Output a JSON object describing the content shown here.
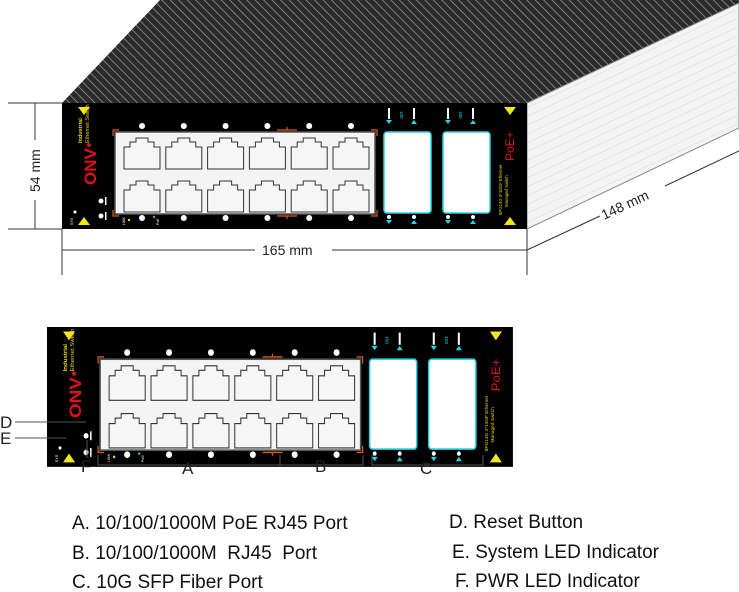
{
  "panel": {
    "brand": "ONV",
    "subtitle_line1": "Industrial",
    "subtitle_line2": "Ethernet Switch",
    "poe_badge": "PoE+",
    "model_line1": "8PG14G 4*10GF Ethernet",
    "model_line2": "Managed Switch",
    "sfp_label": "100",
    "sys_label": "SYS",
    "link_label": "LINK",
    "poe_label": "PoE",
    "colors": {
      "body": "#000000",
      "brand": "#e0101a",
      "text": "#e8d21a",
      "sfp_border": "#22d8e6",
      "bracket": "#e05a1a"
    }
  },
  "dimensions": {
    "height": "54 mm",
    "width": "165 mm",
    "depth": "148 mm"
  },
  "callouts": {
    "a": "A",
    "b": "B",
    "c": "C",
    "d": "D",
    "e": "E",
    "f": "F"
  },
  "legend": [
    "A. 10/100/1000M PoE RJ45 Port",
    "B. 10/100/1000M  RJ45  Port",
    "C. 10G SFP Fiber Port",
    "D. Reset Button",
    "E. System LED Indicator",
    "F. PWR LED Indicator"
  ]
}
